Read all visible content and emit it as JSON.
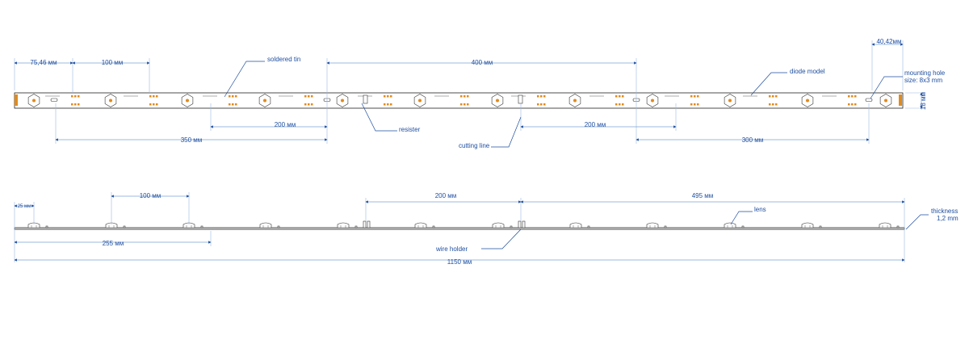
{
  "top_view": {
    "dimensions": {
      "d_75": "75,46 мм",
      "d_100": "100 мм",
      "d_400": "400 мм",
      "d_40": "40,42мм",
      "d_200_left": "200 мм",
      "d_350": "350 мм",
      "d_200_right": "200 мм",
      "d_300": "300 мм",
      "d_18": "18 мм"
    },
    "callouts": {
      "soldered_tin": "soldered tin",
      "diode_model": "diode model",
      "mounting_hole_1": "mounting hole",
      "mounting_hole_2": "size: 8x3 mm",
      "resister": "resister",
      "cutting_line": "cutting line"
    }
  },
  "side_view": {
    "dimensions": {
      "d_25": "25 мм",
      "d_100": "100 мм",
      "d_200": "200 мм",
      "d_495": "495 мм",
      "d_255": "255 мм",
      "d_1150": "1150 мм"
    },
    "callouts": {
      "lens": "lens",
      "thickness_1": "thickness",
      "thickness_2": "1,2 mm",
      "wire_holder": "wire holder"
    }
  },
  "colors": {
    "dimension": "#1f4fa0",
    "pcb_outline": "#222222",
    "solder": "#e08a1e"
  }
}
